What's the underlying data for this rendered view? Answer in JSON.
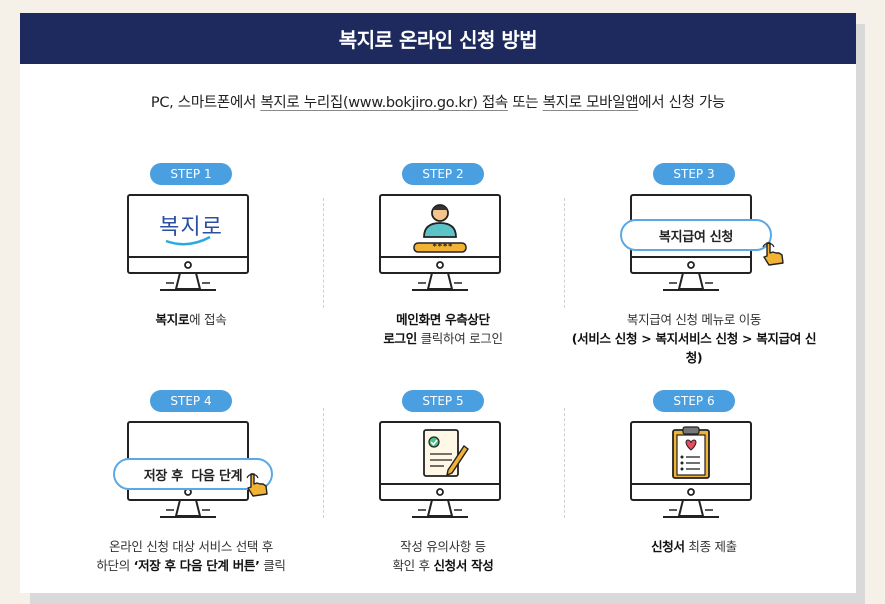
{
  "header": {
    "title": "복지로 온라인 신청 방법"
  },
  "subtitle": {
    "p1": "PC, 스마트폰에서 ",
    "u1": "복지로 누리집(www.bokjiro.go.kr) 접속",
    "p2": " 또는 ",
    "u2": "복지로 모바일앱",
    "p3": "에서 신청 가능"
  },
  "steps": [
    {
      "label": "STEP 1",
      "logo": "복지로",
      "cap1_bold": "복지로",
      "cap1_rest": "에 접속",
      "cap2": ""
    },
    {
      "label": "STEP 2",
      "password": "****",
      "cap1_bold": "메인화면 우측상단",
      "cap2_bold": "로그인",
      "cap2_rest": " 클릭하여 로그인"
    },
    {
      "label": "STEP 3",
      "button": "복지급여 신청",
      "cap1": "복지급여 신청 메뉴로 이동",
      "cap2_bold": "(서비스 신청 > 복지서비스 신청 > 복지급여 신청)"
    },
    {
      "label": "STEP 4",
      "button": "저장 후  다음 단계",
      "cap1": "온라인 신청 대상 서비스 선택 후",
      "cap2_pre": "하단의 ",
      "cap2_bold": "‘저장 후 다음 단계 버튼’",
      "cap2_rest": " 클릭"
    },
    {
      "label": "STEP 5",
      "cap1": "작성 유의사항 등",
      "cap2_pre": "확인 후 ",
      "cap2_bold": "신청서 작성"
    },
    {
      "label": "STEP 6",
      "cap1_bold": "신청서",
      "cap1_rest": " 최종 제출"
    }
  ],
  "colors": {
    "header": "#1e2a5e",
    "pill": "#4a9fe0",
    "accent": "#5aa8e6",
    "hand": "#f2b335"
  }
}
